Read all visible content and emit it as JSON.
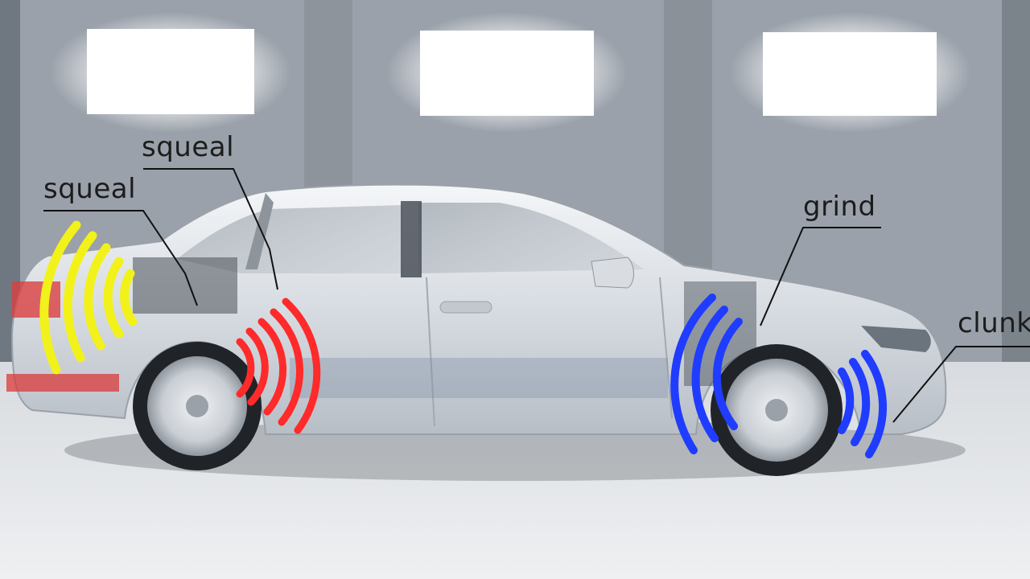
{
  "labels": {
    "squeal_upper": "squeal",
    "squeal_lower": "squeal",
    "grind": "grind",
    "clunk": "clunk"
  },
  "colors": {
    "sound_rear": "#f2f21a",
    "sound_rear_wheel": "#ff2a2a",
    "sound_front_wheel": "#1f3cff",
    "car_body": "#e4e8ec",
    "background_wall": "#9aa1aa"
  }
}
